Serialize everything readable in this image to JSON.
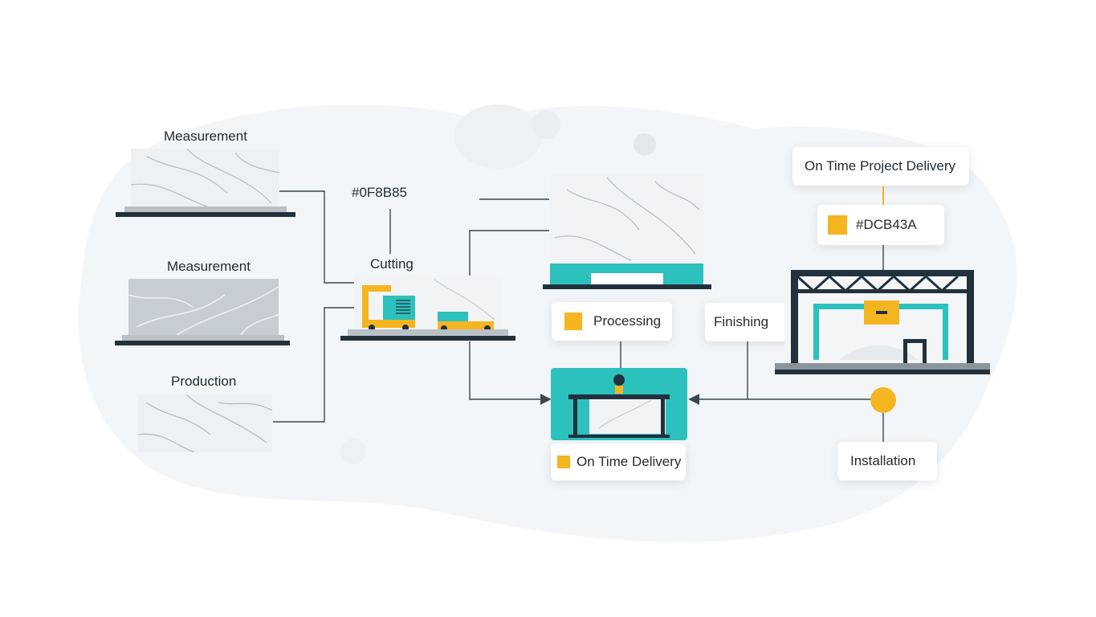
{
  "colors": {
    "teal": "#0F8B85",
    "teal_light": "#2cc1bd",
    "gold": "#DCB43A",
    "gold_bright": "#f5b521",
    "navy": "#22313d",
    "line": "#3a4650",
    "bg_blob": "#f3f6f8"
  },
  "stages": {
    "measurement_1": "Measurement",
    "measurement_2": "Measurement",
    "production": "Production",
    "cutting": "Cutting",
    "processing": "Processing",
    "finishing": "Finishing",
    "installation": "Installation",
    "on_time_delivery": "On Time Delivery",
    "on_time_project_delivery": "On Time Project Delivery"
  },
  "color_codes": {
    "teal_code": "#0F8B85",
    "gold_code": "#DCB43A"
  },
  "icons": {
    "marble_slab": "marble-slab-icon",
    "cutting_machine": "cutting-machine-icon",
    "forklift": "forklift-icon",
    "polishing_table": "polishing-table-icon",
    "gantry_crane": "gantry-crane-icon",
    "processing_press": "processing-press-icon",
    "status_dot": "status-dot-icon"
  }
}
